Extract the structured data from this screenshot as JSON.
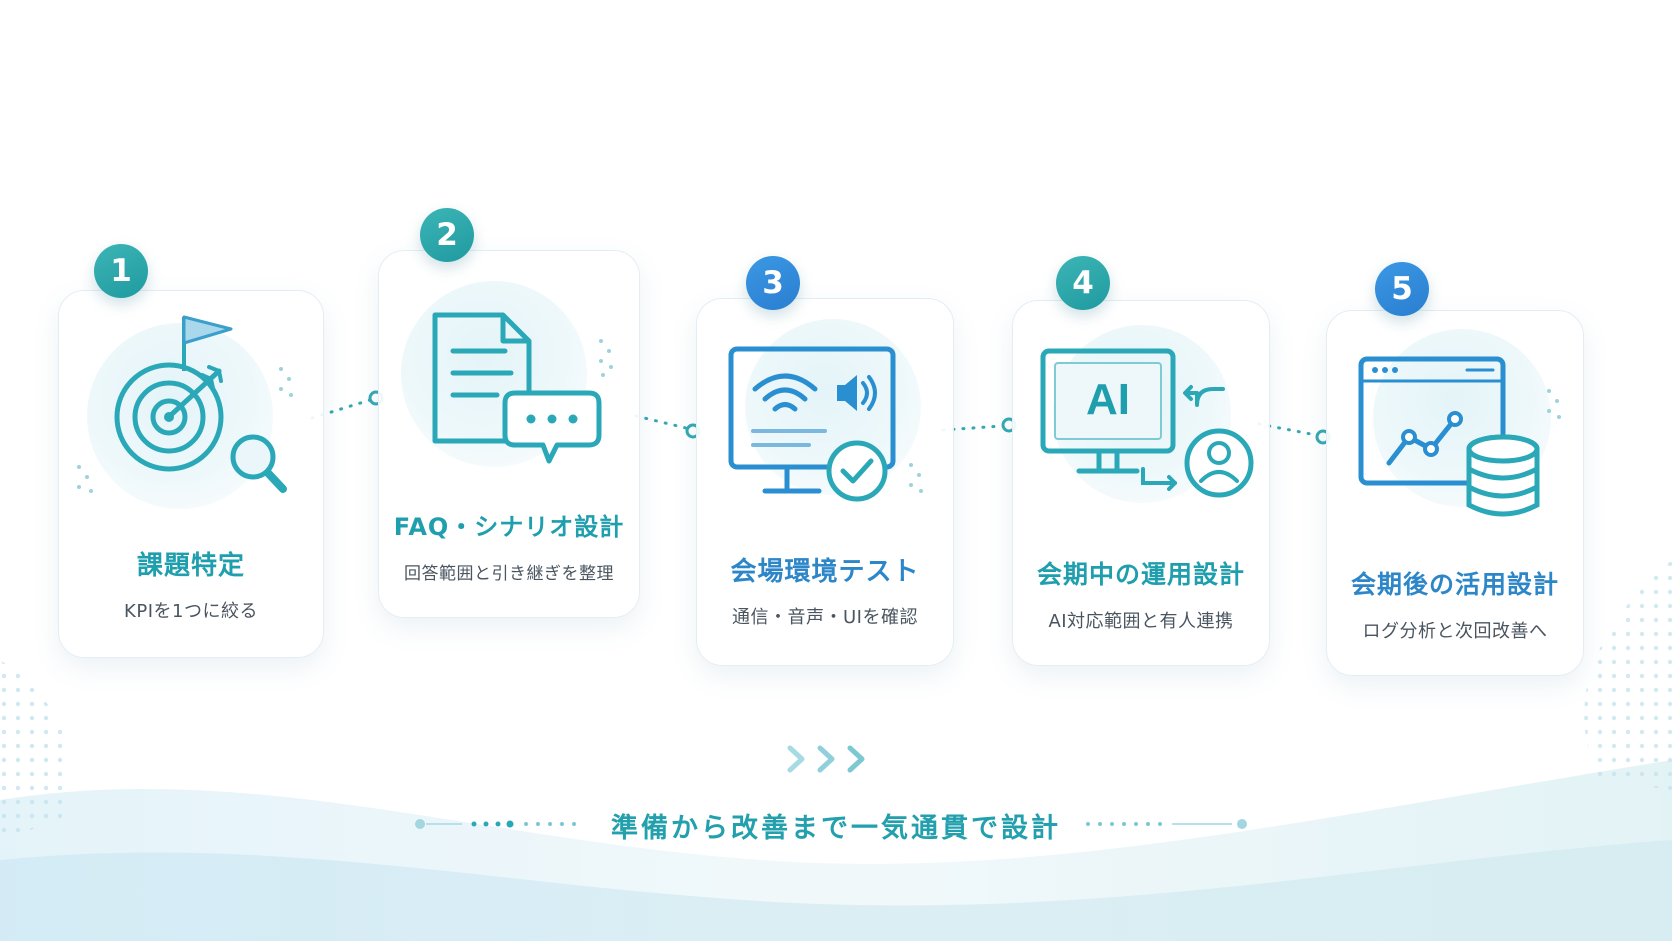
{
  "steps": [
    {
      "number": "1",
      "title": "課題特定",
      "subtitle": "KPIを1つに絞る",
      "icon": "target-flag-magnifier-icon"
    },
    {
      "number": "2",
      "title": "FAQ・シナリオ設計",
      "subtitle": "回答範囲と引き継ぎを整理",
      "icon": "document-chat-icon"
    },
    {
      "number": "3",
      "title": "会場環境テスト",
      "subtitle": "通信・音声・UIを確認",
      "icon": "monitor-wifi-check-icon"
    },
    {
      "number": "4",
      "title": "会期中の運用設計",
      "subtitle": "AI対応範囲と有人連携",
      "icon": "ai-monitor-person-icon",
      "icon_text": "AI"
    },
    {
      "number": "5",
      "title": "会期後の活用設計",
      "subtitle": "ログ分析と次回改善へ",
      "icon": "chart-database-icon"
    }
  ],
  "tagline": "準備から改善まで一気通貫で設計",
  "colors": {
    "teal": "#1f9fae",
    "blue": "#2c86c8",
    "badge_teal": "#2aa8ab",
    "badge_blue": "#3189d8"
  }
}
